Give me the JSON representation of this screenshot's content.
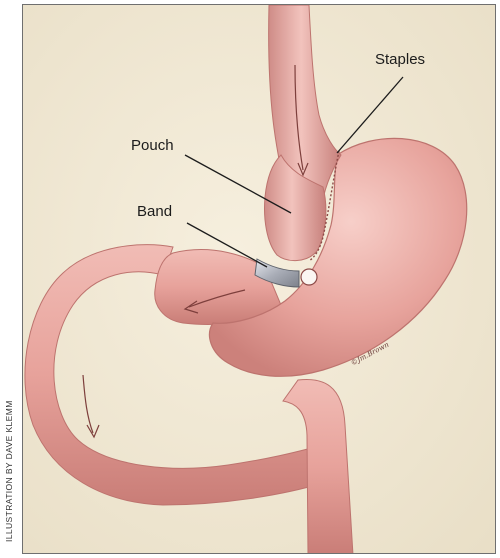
{
  "credit": "ILLUSTRATION BY DAVE KLEMM",
  "labels": {
    "staples": "Staples",
    "pouch": "Pouch",
    "band": "Band"
  },
  "signature": "©Jm.Brown",
  "colors": {
    "background": "#f1e9d6",
    "tissue": "#e8a9a2",
    "tissue_dark": "#c97b77",
    "band": "#b9bcc4"
  }
}
